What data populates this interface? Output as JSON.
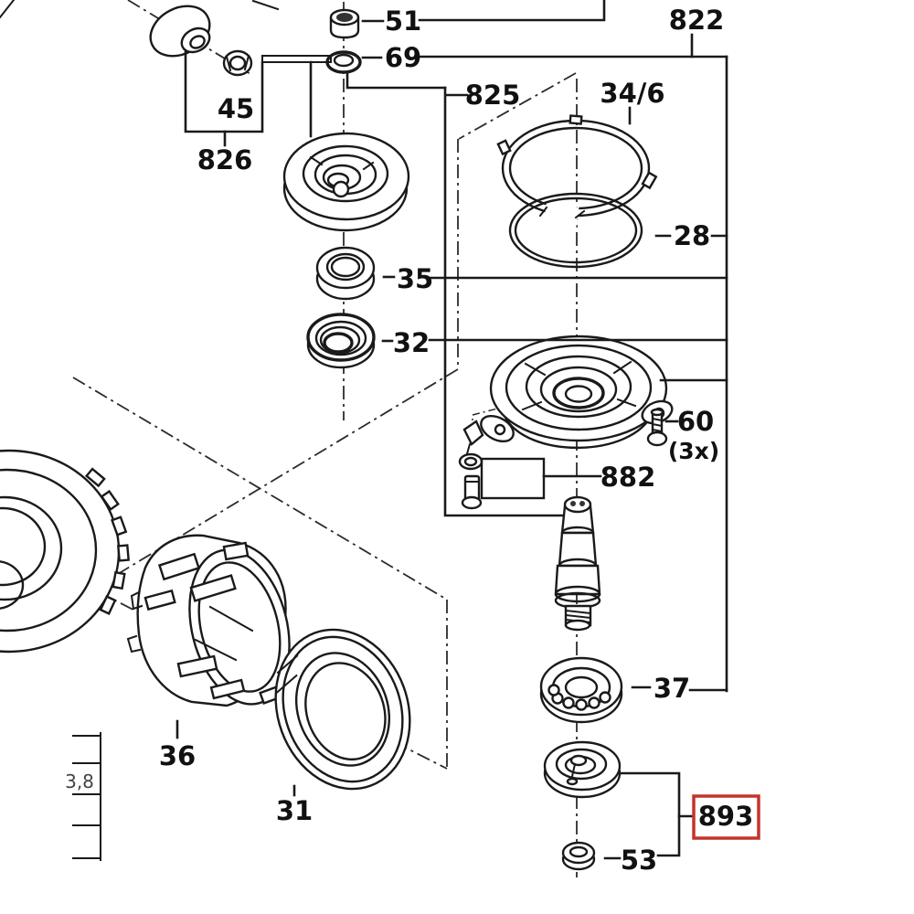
{
  "title": "exploded-parts-diagram",
  "colors": {
    "line": "#1a1a1a",
    "highlight": "#c4342b",
    "text": "#111111",
    "background": "#ffffff"
  },
  "highlighted_part": "893",
  "labels": {
    "p51": "51",
    "p69": "69",
    "p822": "822",
    "p825": "825",
    "p34_6": "34/6",
    "p45": "45",
    "p826": "826",
    "p28": "28",
    "p35": "35",
    "p32": "32",
    "p60": "60",
    "p60_qty": "(3x)",
    "p882": "882",
    "p37": "37",
    "p36": "36",
    "p31": "31",
    "p893": "893",
    "p53": "53"
  },
  "side_table": {
    "visible_value": "3,8"
  }
}
